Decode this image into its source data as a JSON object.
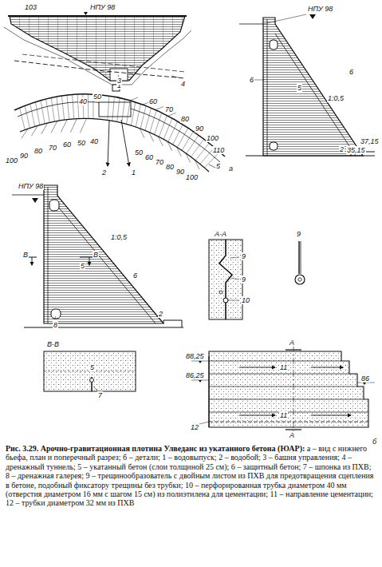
{
  "diagram": {
    "title": "Рис. 3.29. Арочно-гравитационная плотина Улведанс из укатанного бетона (ЮАР):",
    "caption": "а – вид с нижнего бьефа, план и поперечный разрез; б – детали; 1 – водовыпуск; 2 – водобой; 3 – башня управления; 4 – дренажный туннель; 5 – укатанный бетон (слои толщиной 25 см); 6 – защитный бетон; 7 – шпонка из ПХВ; 8 – дренажная галерея; 9 – трещинообразователь с двойным листом из ПХВ для предотвращения сцепления в бетоне, подобный фиксатору трещины без трубки; 10 – перфорированная трубка диаметром 40 мм (отверстия диаметром 16 мм с шагом 15 см) из полиэтилена для цементации; 11 – направление цементации; 12 – трубки диаметром 32 мм из ПХВ",
    "labels": [
      "103",
      "НПУ 98",
      "1",
      "4",
      "40",
      "50",
      "3",
      "60",
      "70",
      "80",
      "90",
      "100",
      "110",
      "5",
      "100",
      "90",
      "80",
      "70",
      "60",
      "50",
      "40",
      "50",
      "60",
      "70",
      "80",
      "90",
      "100",
      "2",
      "1",
      "а",
      "НПУ 98",
      "6",
      "5",
      "6",
      "1:0,5",
      "2",
      "35,15",
      "37,15",
      "НПУ 98",
      "В",
      "5",
      "6",
      "1:0,5",
      "2",
      "8",
      "В",
      "А-А",
      "9",
      "9",
      "10",
      "9",
      "В-В",
      "5",
      "7",
      "А",
      "88,25",
      "86,25",
      "11",
      "86",
      "12",
      "11",
      "А",
      "б"
    ]
  }
}
